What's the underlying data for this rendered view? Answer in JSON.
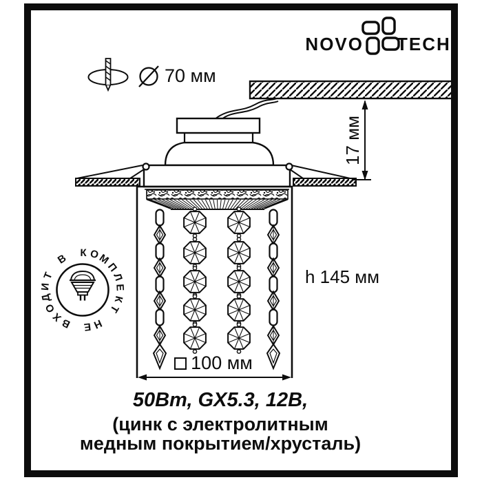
{
  "brand": {
    "left": "NOVO",
    "right": "TECH"
  },
  "cutout": {
    "diameter_symbol": "⌀",
    "diameter_label": "70 мм"
  },
  "dimensions": {
    "recess_depth": "17 мм",
    "height": "h 145 мм",
    "width_symbol": "□",
    "width_label": "100 мм"
  },
  "specs": {
    "line1": "50Вт, GX5.3, 12В,",
    "line2": "(цинк с электролитным",
    "line3": "медным покрытием/хрусталь)"
  },
  "stamp": {
    "circular_text": "ВХОДИТ В КОМПЛЕКТ НЕ",
    "reads_as": "НЕ ВХОДИТ В КОМПЛЕКТ"
  },
  "colors": {
    "ink": "#0d0d0d",
    "background": "#ffffff"
  }
}
